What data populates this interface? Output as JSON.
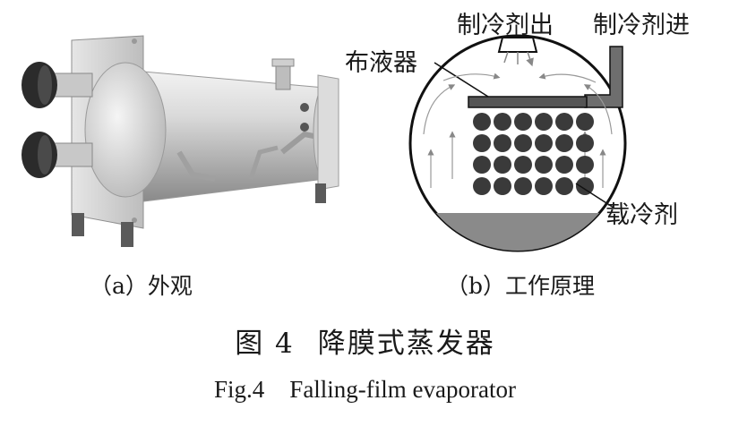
{
  "panel_a": {
    "caption": "（a）外观"
  },
  "panel_b": {
    "caption": "（b）工作原理",
    "labels": {
      "refrigerant_out": "制冷剂出",
      "refrigerant_in": "制冷剂进",
      "distributor": "布液器",
      "secondary_refrigerant": "载冷剂"
    }
  },
  "figure": {
    "title_number": "图 4",
    "title_text": "降膜式蒸发器",
    "subtitle_number": "Fig.4",
    "subtitle_text": "Falling-film evaporator"
  }
}
